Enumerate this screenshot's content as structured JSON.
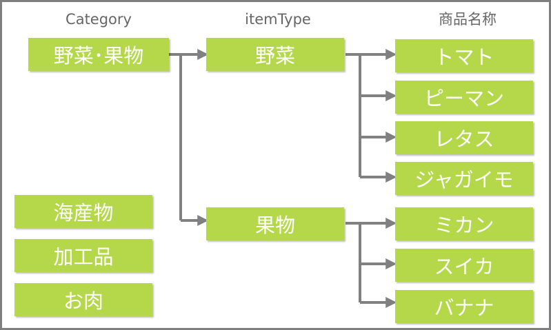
{
  "headers": {
    "category": "Category",
    "item_type": "itemType",
    "product_name": "商品名称"
  },
  "categories": [
    "野菜･果物",
    "海産物",
    "加工品",
    "お肉"
  ],
  "item_types": [
    "野菜",
    "果物"
  ],
  "products": {
    "vegetables": [
      "トマト",
      "ピーマン",
      "レタス",
      "ジャガイモ"
    ],
    "fruits": [
      "ミカン",
      "スイカ",
      "バナナ"
    ]
  },
  "colors": {
    "box_fill": "#b5d84a",
    "box_text": "#ffffff",
    "connector": "#808080",
    "frame": "#7f7f7f",
    "header_text": "#666666"
  }
}
